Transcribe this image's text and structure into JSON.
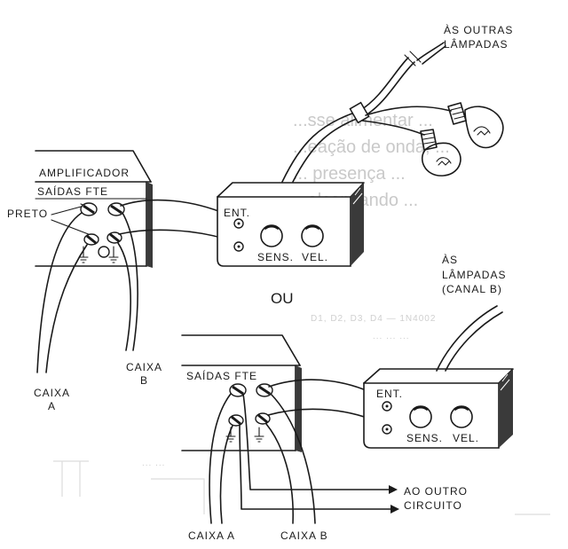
{
  "labels": {
    "outras_lampadas_1": "ÀS  OUTRAS",
    "outras_lampadas_2": "LÂMPADAS",
    "amplificador": "AMPLIFICADOR",
    "saidas_fte_top": "SAÍDAS  FTE",
    "preto": "PRETO",
    "ent_top": "ENT.",
    "sens_top": "SENS.",
    "vel_top": "VEL.",
    "caixa_b_top_1": "CAIXA",
    "caixa_b_top_2": "B",
    "caixa_a_top_1": "CAIXA",
    "caixa_a_top_2": "A",
    "ou": "OU",
    "as_lampadas_1": "ÀS",
    "as_lampadas_2": "LÂMPADAS",
    "as_lampadas_3": "(CANAL  B)",
    "saidas_fte_bottom": "SAÍDAS  FTE",
    "ent_bottom": "ENT.",
    "sens_bottom": "SENS.",
    "vel_bottom": "VEL.",
    "ao_outro_1": "AO  OUTRO",
    "ao_outro_2": "CIRCUITO",
    "caixa_a_bottom": "CAIXA  A",
    "caixa_b_bottom": "CAIXA  B"
  },
  "bleed_through": {
    "line1": "...sse alimentar ...",
    "line2": "...eação de onda, ...",
    "line3": "... presença ...",
    "line4": "...alcançando ...",
    "line5": "... ... ...",
    "small1": "D1, D2, D3, D4 — 1N4002",
    "small2": "... ... ...",
    "small3": "... ..."
  },
  "colors": {
    "ink": "#1a1a1a",
    "paper": "#ffffff",
    "bleed": "#c9c9c9"
  }
}
